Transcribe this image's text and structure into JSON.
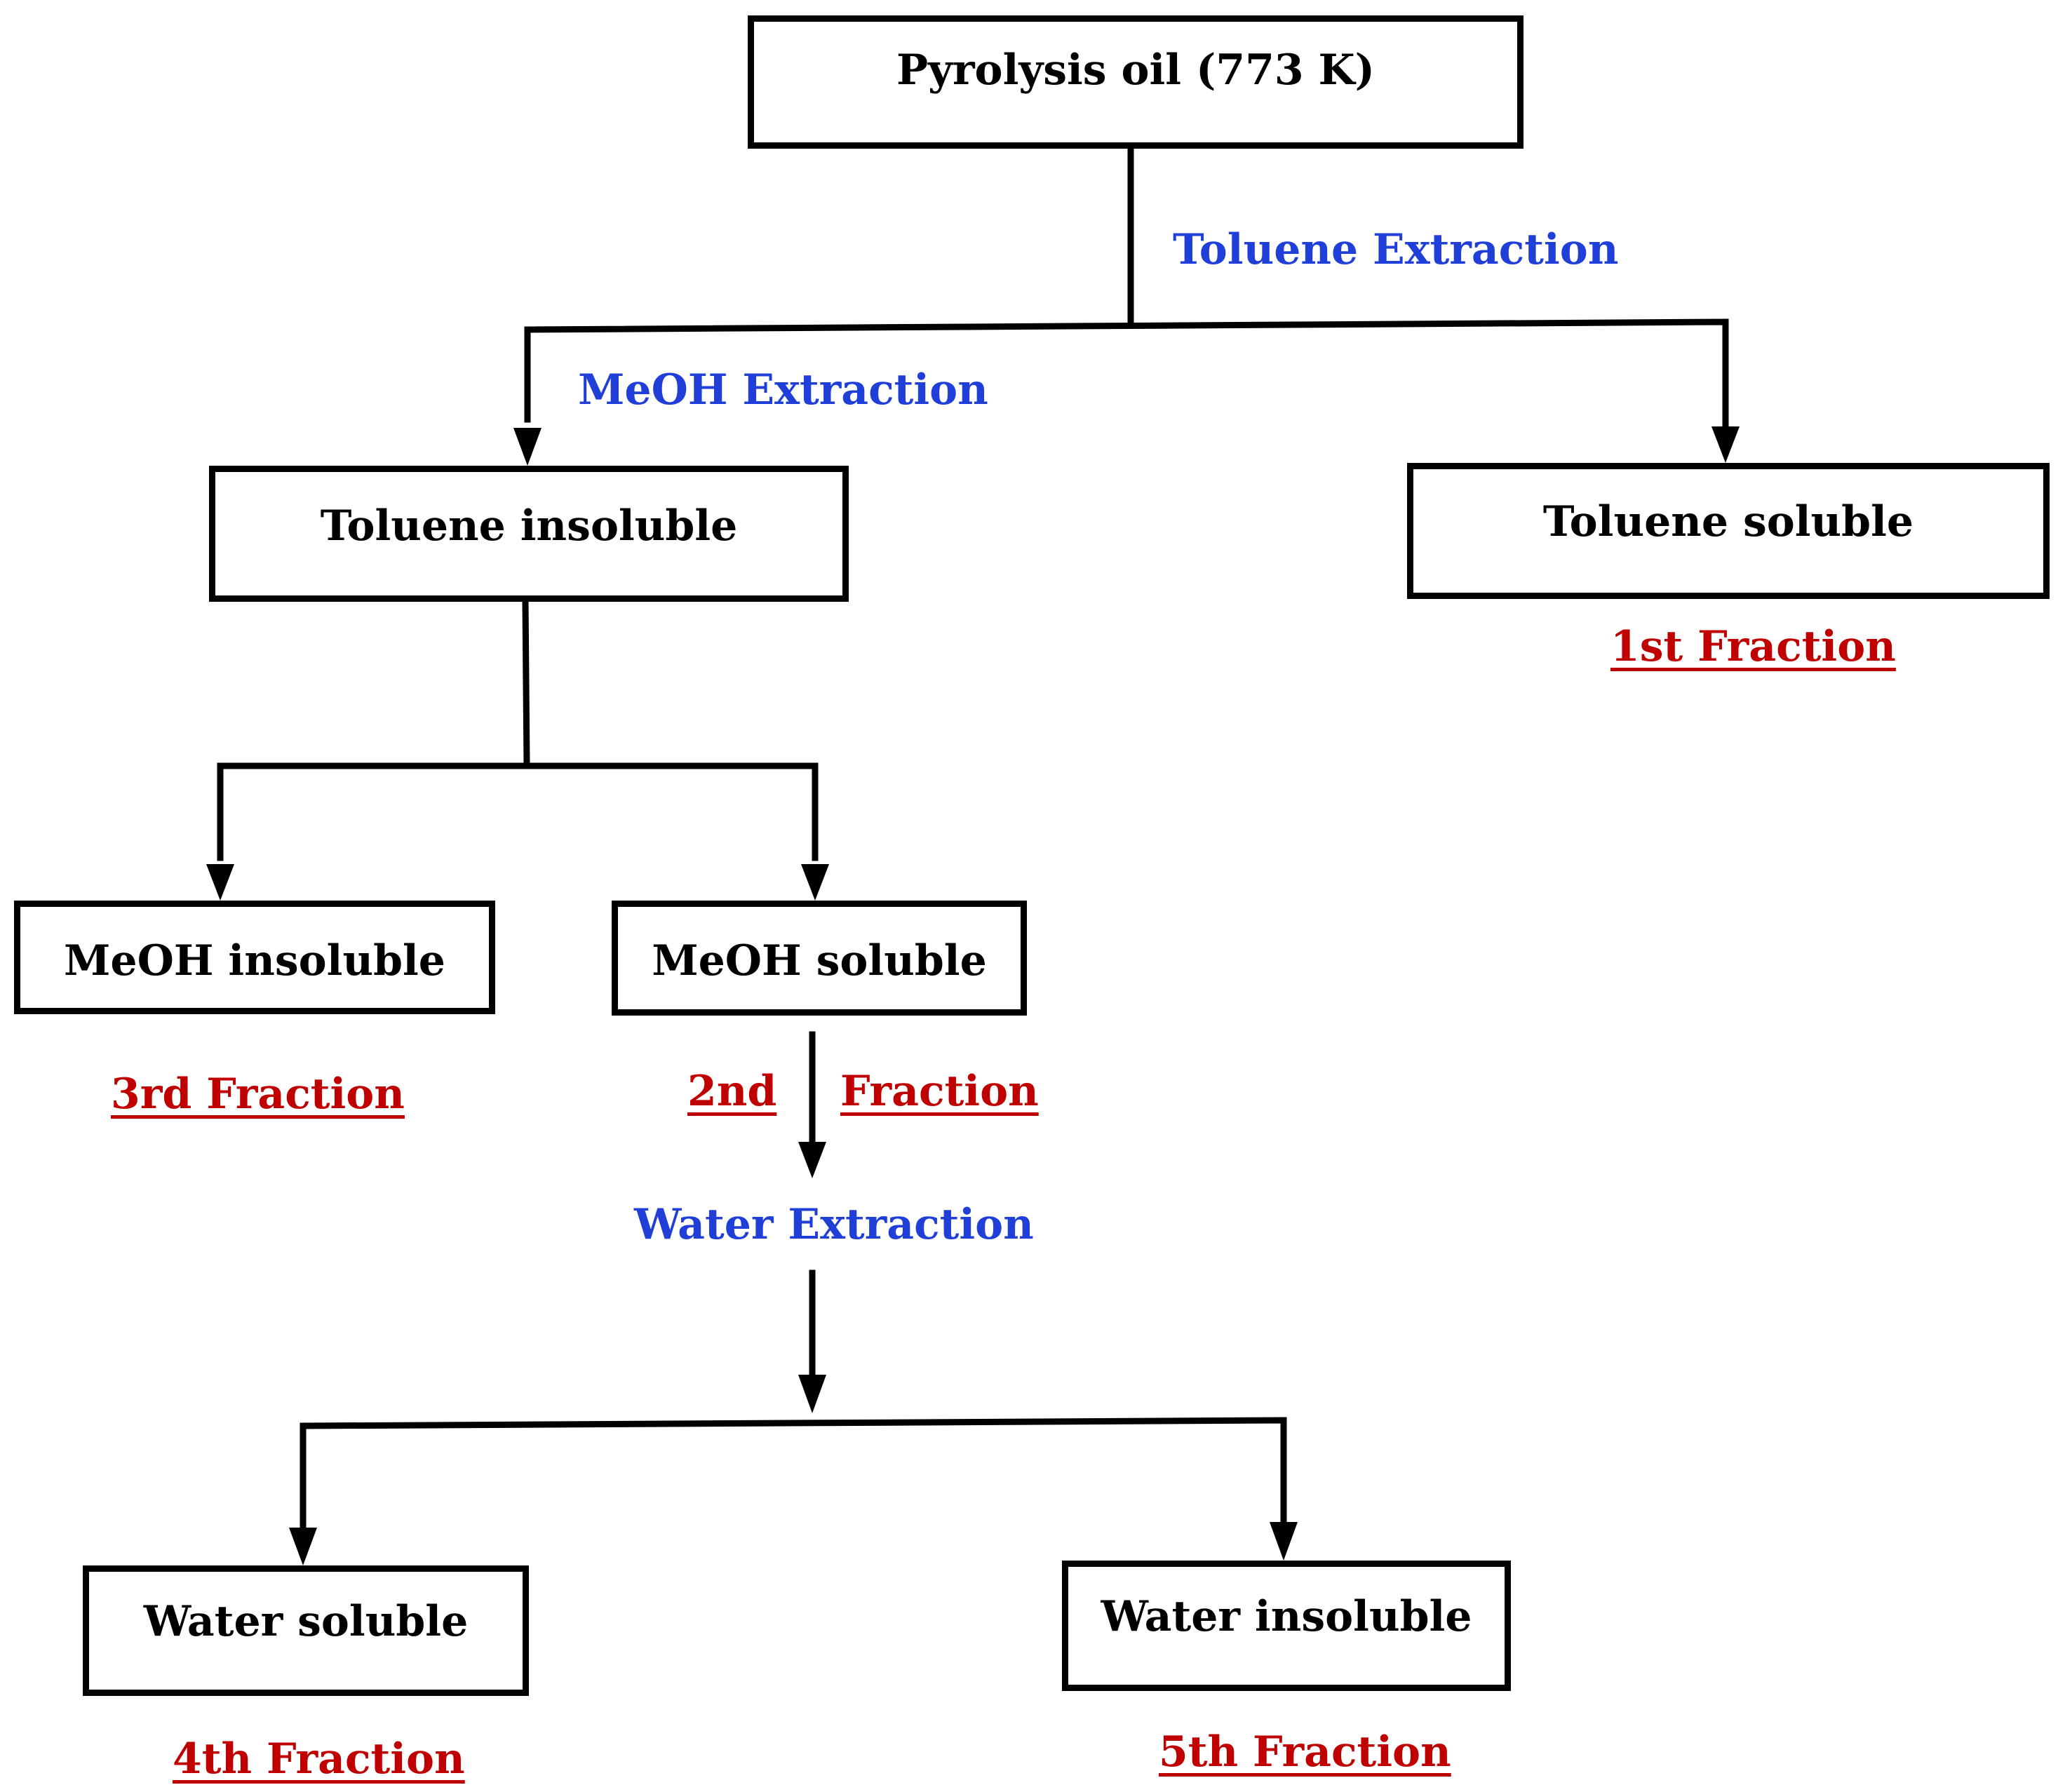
{
  "colors": {
    "box_border": "#000000",
    "box_text": "#000000",
    "arrow": "#000000",
    "extraction_label": "#1f3fd8",
    "fraction_label": "#c00000"
  },
  "nodes": {
    "root": "Pyrolysis oil (773 K)",
    "toluene_insoluble": "Toluene insoluble",
    "toluene_soluble": "Toluene soluble",
    "meoh_insoluble": "MeOH insoluble",
    "meoh_soluble": "MeOH soluble",
    "water_soluble": "Water soluble",
    "water_insoluble": "Water insoluble"
  },
  "steps": {
    "toluene": "Toluene Extraction",
    "meoh": "MeOH Extraction",
    "water": "Water Extraction"
  },
  "fractions": {
    "first": "1st Fraction",
    "second_ordinal": "2nd",
    "second_word": "Fraction",
    "third": "3rd Fraction",
    "fourth": "4th Fraction",
    "fifth": "5th Fraction"
  }
}
